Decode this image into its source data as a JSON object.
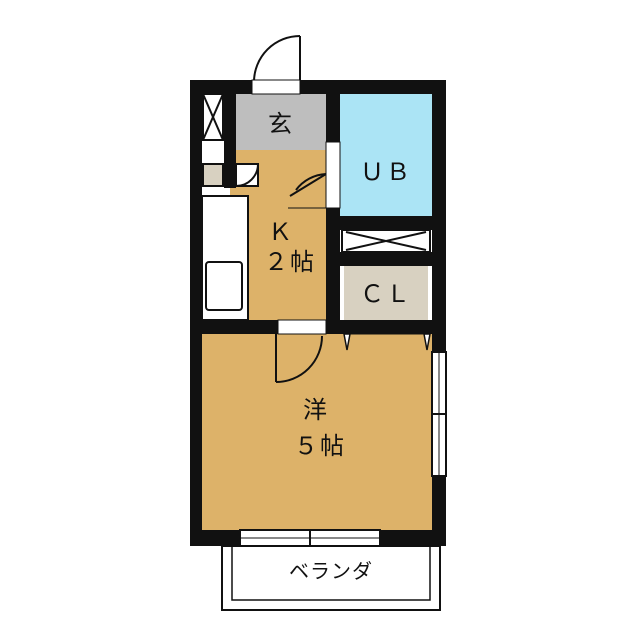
{
  "floorplan": {
    "rooms": {
      "entrance": {
        "label": "玄"
      },
      "unit_bath": {
        "label": "ＵＢ"
      },
      "kitchen": {
        "label_line1": "Ｋ",
        "label_line2": "２帖"
      },
      "closet": {
        "label": "ＣＬ"
      },
      "western_room": {
        "label_line1": "洋",
        "label_line2": "５帖"
      },
      "balcony": {
        "label": "ベランダ"
      }
    },
    "colors": {
      "wood_floor": "#DDB269",
      "bath": "#ABE4F5",
      "entrance_tile": "#BEBEBE",
      "closet_floor": "#D8D1C1",
      "wall": "#111111",
      "background": "#FFFFFF"
    }
  }
}
